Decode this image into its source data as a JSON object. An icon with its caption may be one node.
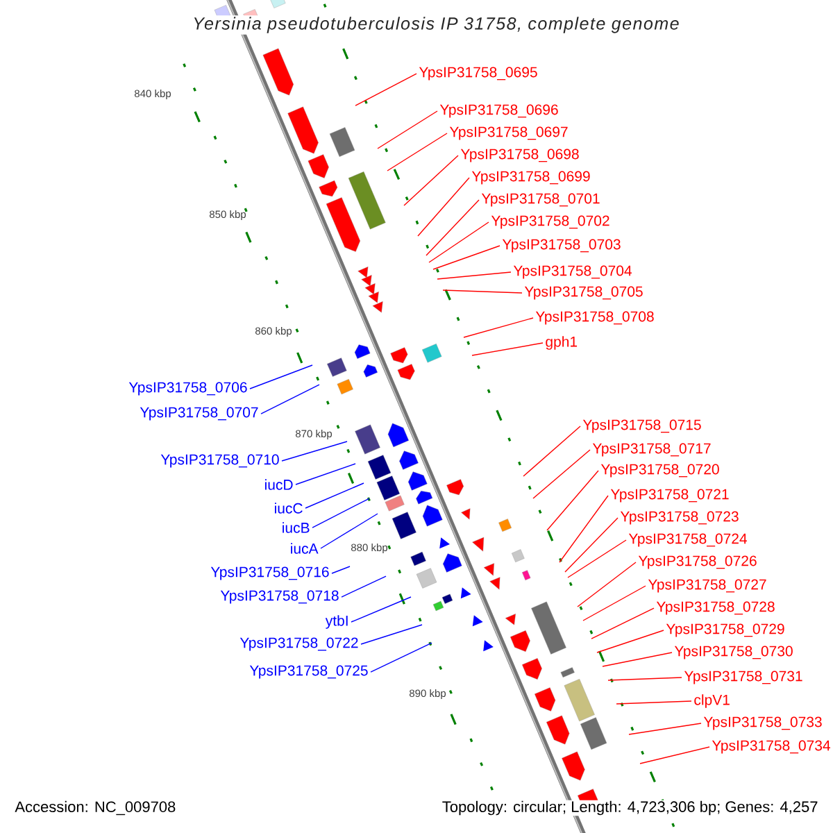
{
  "diagram": {
    "title": "Yersinia pseudotuberculosis IP 31758, complete genome",
    "nodes": [
      {
        "text": [
          "YpsIP31758_0695"
        ]
      },
      {
        "text": [
          "YpsIP31758_0696"
        ]
      },
      {
        "text": [
          "YpsIP31758_0697"
        ]
      },
      {
        "text": [
          "YpsIP31758_0698"
        ]
      },
      {
        "text": [
          "YpsIP31758_0699"
        ]
      },
      {
        "text": [
          "YpsIP31758_0701"
        ]
      },
      {
        "text": [
          "YpsIP31758_0702"
        ]
      },
      {
        "text": [
          "YpsIP31758_0703"
        ]
      },
      {
        "text": [
          "YpsIP31758_0704"
        ]
      },
      {
        "text": [
          "YpsIP31758_0705"
        ]
      },
      {
        "text": [
          "YpsIP31758_0708"
        ]
      },
      {
        "text": [
          "gph1"
        ]
      },
      {
        "text": [
          "YpsIP31758_0715"
        ]
      },
      {
        "text": [
          "YpsIP31758_0717"
        ]
      },
      {
        "text": [
          "YpsIP31758_0720"
        ]
      },
      {
        "text": [
          "YpsIP31758_0721"
        ]
      },
      {
        "text": [
          "YpsIP31758_0723"
        ]
      },
      {
        "text": [
          "YpsIP31758_0724"
        ]
      },
      {
        "text": [
          "YpsIP31758_0726"
        ]
      },
      {
        "text": [
          "YpsIP31758_0727"
        ]
      },
      {
        "text": [
          "YpsIP31758_0728"
        ]
      },
      {
        "text": [
          "YpsIP31758_0729"
        ]
      },
      {
        "text": [
          "YpsIP31758_0730"
        ]
      },
      {
        "text": [
          "YpsIP31758_0731"
        ]
      },
      {
        "text": [
          "clpV1"
        ]
      },
      {
        "text": [
          "YpsIP31758_0733"
        ]
      },
      {
        "text": [
          "YpsIP31758_0734"
        ]
      },
      {
        "text": [
          "YpsIP31758_0706"
        ]
      },
      {
        "text": [
          "YpsIP31758_0707"
        ]
      },
      {
        "text": [
          "YpsIP31758_0710"
        ]
      },
      {
        "text": [
          "iucD"
        ]
      },
      {
        "text": [
          "iucC"
        ]
      },
      {
        "text": [
          "iucB"
        ]
      },
      {
        "text": [
          "iucA"
        ]
      },
      {
        "text": [
          "YpsIP31758_0716"
        ]
      },
      {
        "text": [
          "YpsIP31758_0718"
        ]
      },
      {
        "text": [
          "ytbI"
        ]
      },
      {
        "text": [
          "YpsIP31758_0722"
        ]
      },
      {
        "text": [
          "YpsIP31758_0725"
        ]
      }
    ],
    "edges": [
      {
        "from": 0,
        "to": null,
        "arrow": "none"
      },
      {
        "from": 1,
        "to": null,
        "arrow": "none"
      },
      {
        "from": 2,
        "to": null,
        "arrow": "none"
      },
      {
        "from": 3,
        "to": null,
        "arrow": "none"
      },
      {
        "from": 4,
        "to": null,
        "arrow": "none"
      },
      {
        "from": 5,
        "to": null,
        "arrow": "none"
      },
      {
        "from": 6,
        "to": null,
        "arrow": "none"
      },
      {
        "from": 7,
        "to": null,
        "arrow": "none"
      },
      {
        "from": 8,
        "to": null,
        "arrow": "none"
      },
      {
        "from": 9,
        "to": null,
        "arrow": "none"
      },
      {
        "from": 10,
        "to": null,
        "arrow": "none"
      },
      {
        "from": 11,
        "to": null,
        "arrow": "none"
      },
      {
        "from": 12,
        "to": null,
        "arrow": "none"
      },
      {
        "from": 13,
        "to": null,
        "arrow": "none"
      },
      {
        "from": 14,
        "to": null,
        "arrow": "none"
      },
      {
        "from": 15,
        "to": null,
        "arrow": "none"
      },
      {
        "from": 16,
        "to": null,
        "arrow": "none"
      },
      {
        "from": 17,
        "to": null,
        "arrow": "none"
      },
      {
        "from": 18,
        "to": null,
        "arrow": "none"
      },
      {
        "from": 19,
        "to": null,
        "arrow": "none"
      },
      {
        "from": 20,
        "to": null,
        "arrow": "none"
      },
      {
        "from": 21,
        "to": null,
        "arrow": "none"
      },
      {
        "from": 22,
        "to": null,
        "arrow": "none"
      },
      {
        "from": 23,
        "to": null,
        "arrow": "none"
      },
      {
        "from": 24,
        "to": null,
        "arrow": "none"
      },
      {
        "from": 25,
        "to": null,
        "arrow": "none"
      },
      {
        "from": 26,
        "to": null,
        "arrow": "none"
      },
      {
        "from": 27,
        "to": null,
        "arrow": "none",
        "color": "#0000ff"
      },
      {
        "from": 28,
        "to": null,
        "arrow": "none",
        "color": "#0000ff"
      },
      {
        "from": 29,
        "to": null,
        "arrow": "none",
        "color": "#0000ff"
      },
      {
        "from": 30,
        "to": null,
        "arrow": "none",
        "color": "#0000ff"
      },
      {
        "from": 31,
        "to": null,
        "arrow": "none",
        "color": "#0000ff"
      },
      {
        "from": 32,
        "to": null,
        "arrow": "none",
        "color": "#0000ff"
      },
      {
        "from": 33,
        "to": null,
        "arrow": "none",
        "color": "#0000ff"
      },
      {
        "from": 34,
        "to": null,
        "arrow": "none",
        "color": "#0000ff"
      },
      {
        "from": 35,
        "to": null,
        "arrow": "none",
        "color": "#0000ff"
      },
      {
        "from": 36,
        "to": null,
        "arrow": "none",
        "color": "#0000ff"
      },
      {
        "from": 37,
        "to": null,
        "arrow": "none",
        "color": "#0000ff"
      },
      {
        "from": 38,
        "to": null,
        "arrow": "none",
        "color": "#0000ff"
      }
    ],
    "labels": [
      "840 kbp",
      "850 kbp",
      "860 kbp",
      "870 kbp",
      "880 kbp",
      "890 kbp",
      "Accession: NC_009708",
      "Topology: circular; Length: 4,723,306 bp; Genes: 4,257"
    ]
  }
}
